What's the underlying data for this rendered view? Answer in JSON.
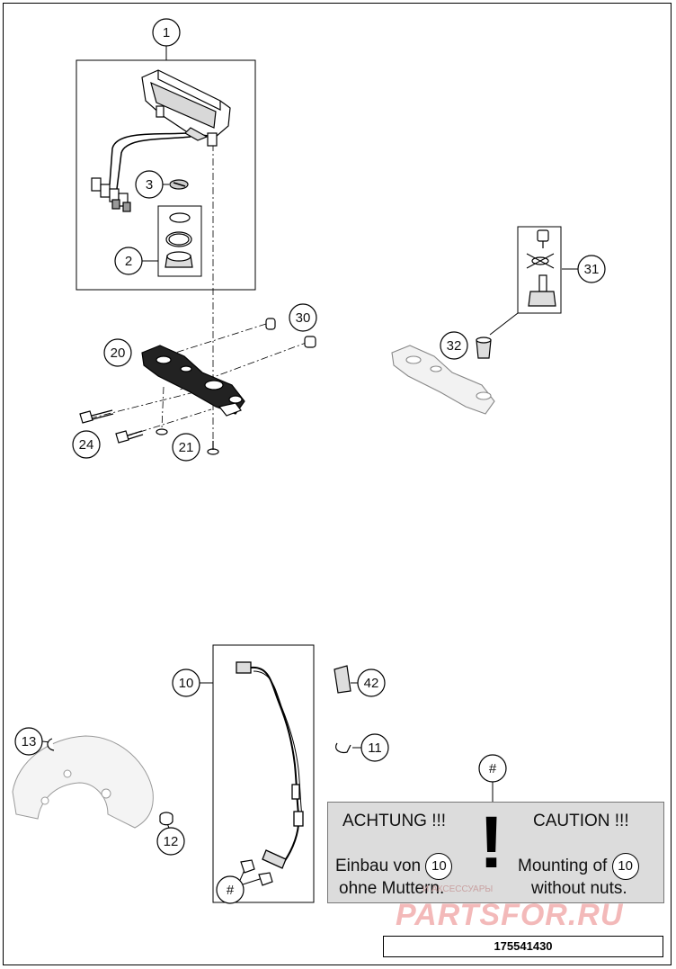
{
  "callouts": [
    "1",
    "2",
    "3",
    "10",
    "11",
    "12",
    "13",
    "20",
    "21",
    "24",
    "30",
    "31",
    "32",
    "42",
    "#"
  ],
  "caution": {
    "heading_de": "ACHTUNG !!!",
    "heading_en": "CAUTION !!!",
    "line1_de": "Einbau von",
    "line2_de": "ohne Muttern.",
    "line1_en": "Mounting of",
    "line2_en": "without nuts.",
    "ref": "10",
    "symbol": "!"
  },
  "watermark": {
    "text": "PARTSFOR.RU",
    "subtext": "И АКСЕССУАРЫ"
  },
  "document_number": "175541430"
}
